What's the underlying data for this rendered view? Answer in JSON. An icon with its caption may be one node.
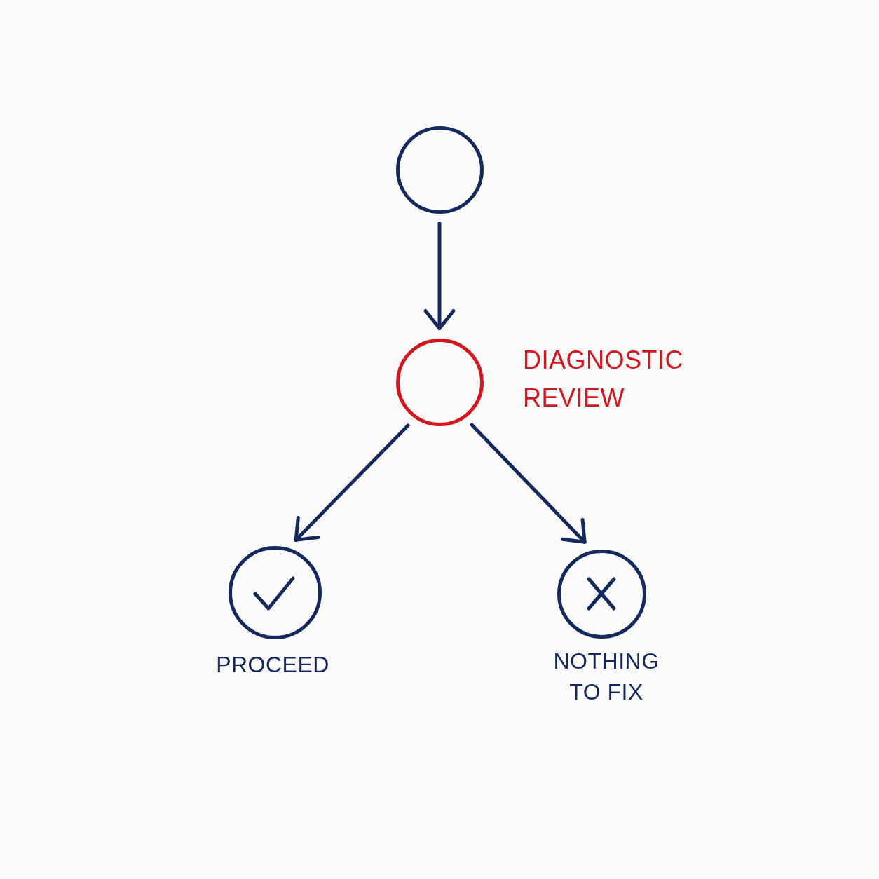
{
  "diagram": {
    "nodes": [
      {
        "text": [],
        "shape": "circle"
      },
      {
        "text": [],
        "shape": "circle",
        "beside": [
          "DIAGNOSTIC REVIEW"
        ]
      },
      {
        "text": [],
        "shape": "circle",
        "beside": [
          "PROCEED"
        ]
      },
      {
        "text": [],
        "shape": "circle",
        "beside": [
          "NOTHING TO FIX"
        ]
      }
    ],
    "edges": [
      {
        "from": 0,
        "to": 1,
        "arrow": "to"
      },
      {
        "from": 1,
        "to": 2,
        "arrow": "to"
      },
      {
        "from": 1,
        "to": 3,
        "arrow": "to"
      }
    ]
  }
}
